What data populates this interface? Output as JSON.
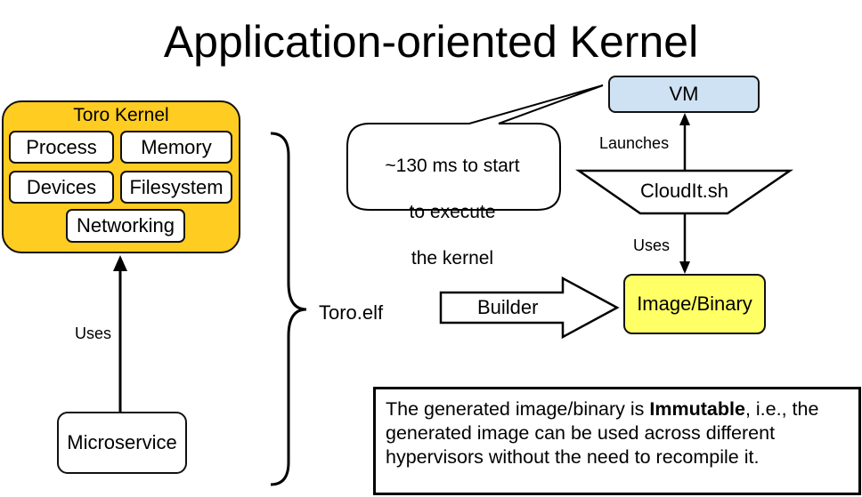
{
  "title": "Application-oriented Kernel",
  "kernel": {
    "title": "Toro Kernel",
    "modules": [
      "Process",
      "Memory",
      "Devices",
      "Filesystem",
      "Networking"
    ]
  },
  "microservice": "Microservice",
  "uses_left": "Uses",
  "toro_elf": "Toro.elf",
  "builder": "Builder",
  "image_binary": "Image/Binary",
  "uses_right": "Uses",
  "cloudit": "CloudIt.sh",
  "launches": "Launches",
  "vm": "VM",
  "bubble": {
    "lines": [
      "~130 ms to start",
      "to execute",
      "the kernel"
    ]
  },
  "note": {
    "before": "The generated image/binary is ",
    "bold": "Immutable",
    "after": ", i.e., the generated image can be used across different hypervisors without the need to recompile it."
  },
  "colors": {
    "kernel_fill": "#ffcc22",
    "image_fill": "#ffff66",
    "vm_fill": "#cfe2f3"
  }
}
